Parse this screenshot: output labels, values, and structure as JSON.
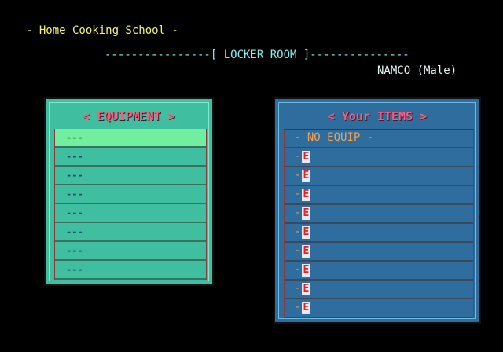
{
  "header": {
    "title": "- Home Cooking School -",
    "room": "----------------[ LOCKER ROOM ]---------------",
    "player": "NAMCO (Male)"
  },
  "equipment": {
    "title": "< EQUIPMENT >",
    "rows": [
      "---",
      "---",
      "---",
      "---",
      "---",
      "---",
      "---",
      "---"
    ],
    "selected_index": 0
  },
  "items": {
    "title": "< Your ITEMS >",
    "no_equip": "- NO EQUIP -",
    "rows": [
      {
        "prefix": "-",
        "badge": "E"
      },
      {
        "prefix": "-",
        "badge": "E"
      },
      {
        "prefix": "-",
        "badge": "E"
      },
      {
        "prefix": "-",
        "badge": "E"
      },
      {
        "prefix": "-",
        "badge": "E"
      },
      {
        "prefix": "-",
        "badge": "E"
      },
      {
        "prefix": "-",
        "badge": "E"
      },
      {
        "prefix": "-",
        "badge": "E"
      },
      {
        "prefix": "-",
        "badge": "E"
      }
    ]
  }
}
